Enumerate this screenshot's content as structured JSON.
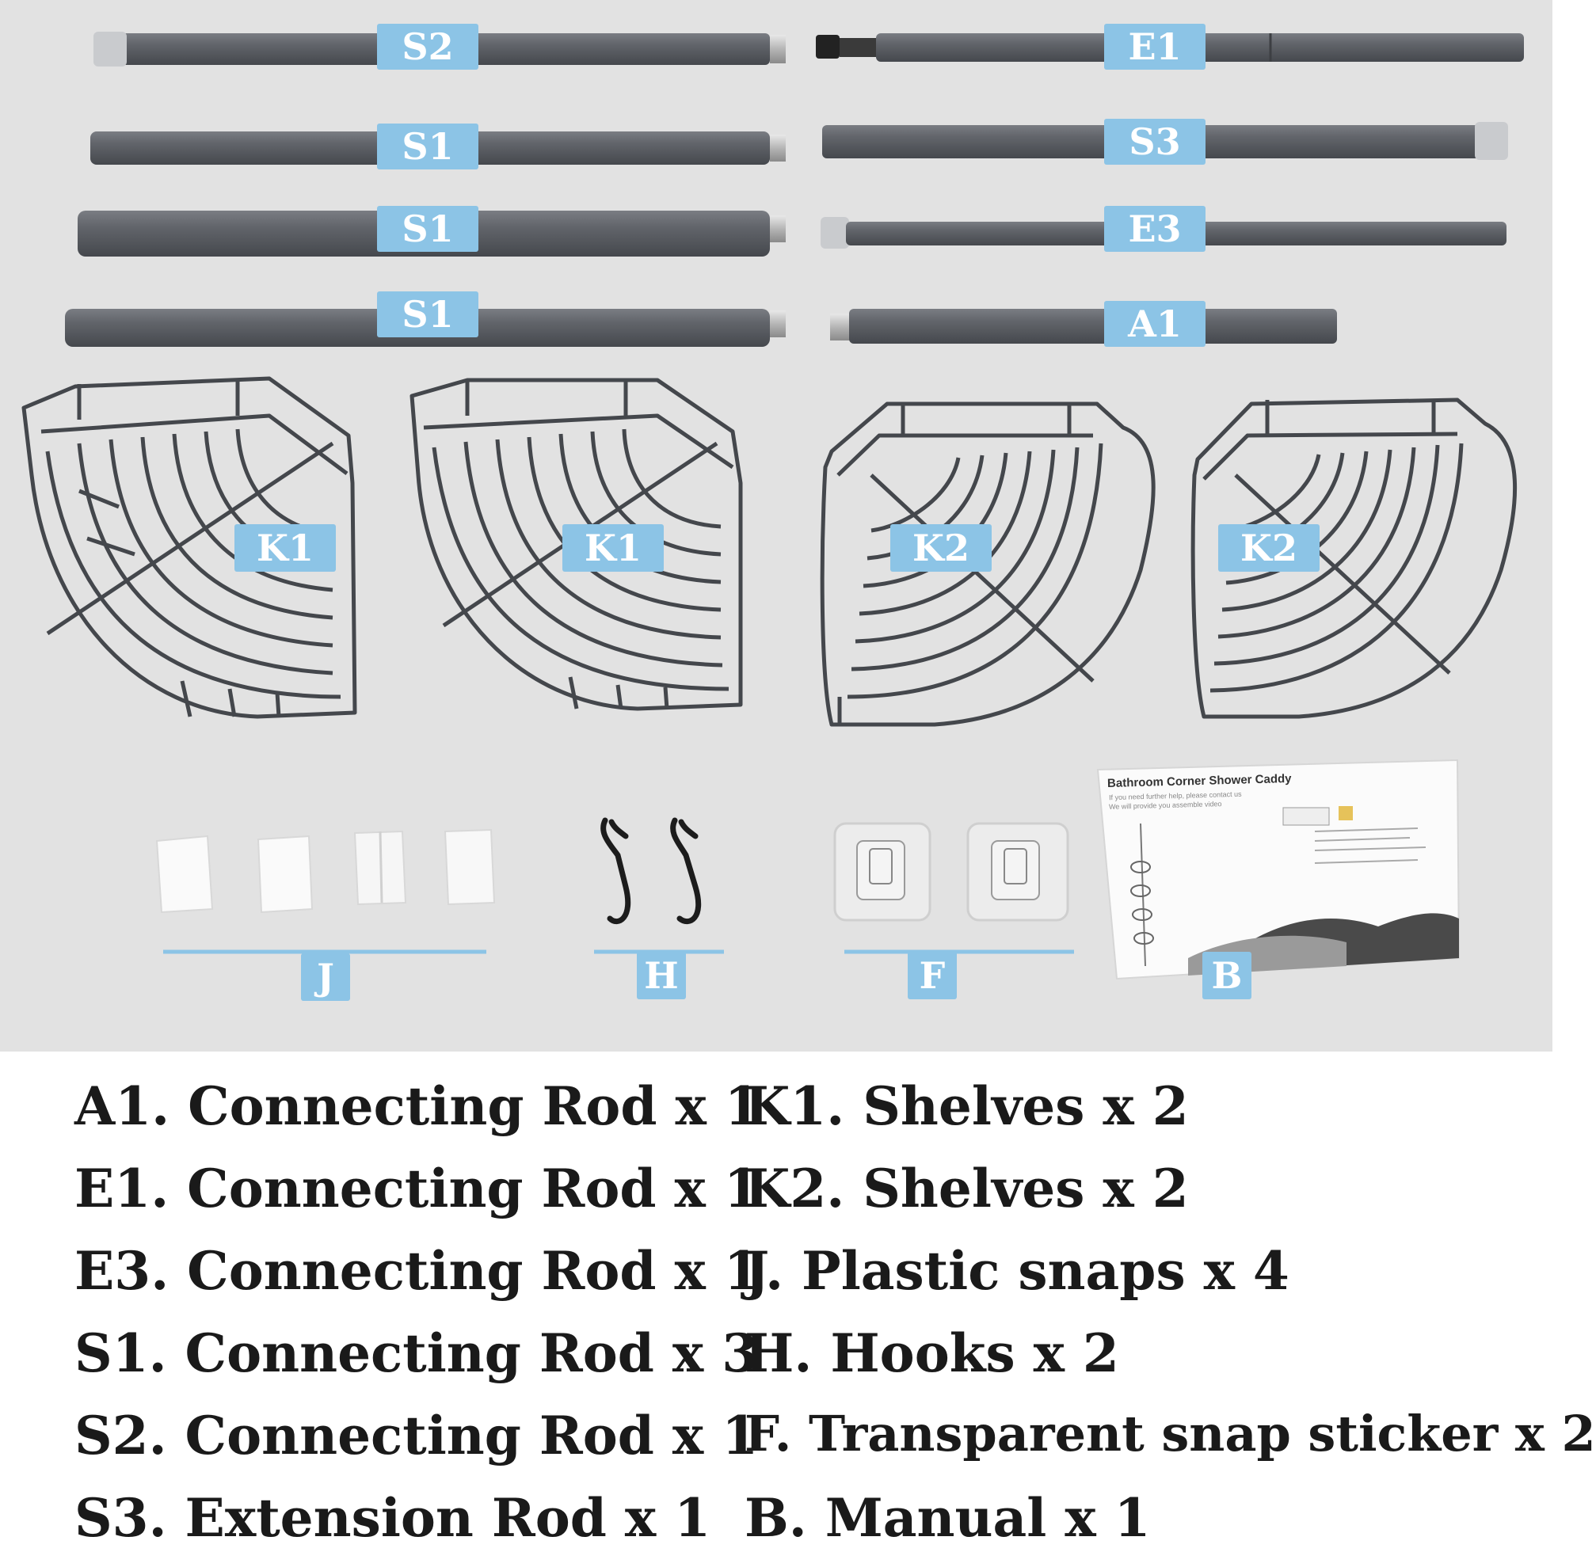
{
  "labels": {
    "s2": "S2",
    "e1": "E1",
    "s1a": "S1",
    "s3": "S3",
    "s1b": "S1",
    "e3": "E3",
    "s1c": "S1",
    "a1": "A1",
    "k1a": "K1",
    "k1b": "K1",
    "k2a": "K2",
    "k2b": "K2",
    "j": "J",
    "h": "H",
    "f": "F",
    "b": "B"
  },
  "manual": {
    "title": "Bathroom Corner Shower Caddy",
    "line1": "If you need further help, please contact us",
    "line2": "We will provide you assemble video"
  },
  "legend": {
    "left": [
      "A1. Connecting Rod x 1",
      "E1. Connecting Rod x 1",
      "E3. Connecting Rod x 1",
      "S1. Connecting Rod x 3",
      "S2. Connecting Rod x 1",
      "S3. Extension Rod x 1"
    ],
    "right": [
      "K1. Shelves x 2",
      "K2. Shelves x 2",
      "J. Plastic snaps x 4",
      "H. Hooks x 2",
      "F. Transparent snap sticker x 2",
      "B. Manual x 1"
    ]
  },
  "colors": {
    "background": "#e2e2e2",
    "rod": "#5f6268",
    "tag": "#8cc4e6",
    "tag_text": "#ffffff",
    "legend_text": "#1a1a1a"
  }
}
